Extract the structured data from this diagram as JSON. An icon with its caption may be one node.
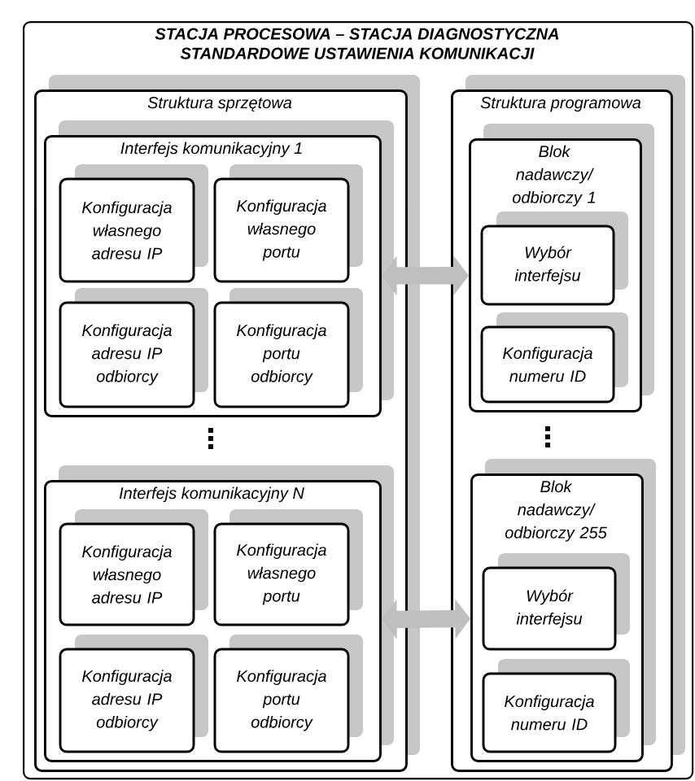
{
  "diagram": {
    "nodes": [
      {
        "text": [
          "STACJA PROCESOWA – STACJA DIAGNOSTYCZNA",
          "STANDARDOWE USTAWIENIA KOMUNIKACJI"
        ]
      },
      {
        "text": [
          "Struktura sprzętowa"
        ],
        "in": 0
      },
      {
        "text": [
          "Interfejs komunikacyjny 1"
        ],
        "in": 1
      },
      {
        "text": [
          "Konfiguracja własnego adresu IP"
        ],
        "in": 2
      },
      {
        "text": [
          "Konfiguracja własnego portu"
        ],
        "in": 2
      },
      {
        "text": [
          "Konfiguracja adresu IP odbiorcy"
        ],
        "in": 2
      },
      {
        "text": [
          "Konfiguracja portu odbiorcy"
        ],
        "in": 2
      },
      {
        "text": [
          "Interfejs komunikacyjny N"
        ],
        "in": 1
      },
      {
        "text": [
          "Konfiguracja własnego adresu IP"
        ],
        "in": 7
      },
      {
        "text": [
          "Konfiguracja własnego portu"
        ],
        "in": 7
      },
      {
        "text": [
          "Konfiguracja adresu IP odbiorcy"
        ],
        "in": 7
      },
      {
        "text": [
          "Konfiguracja portu odbiorcy"
        ],
        "in": 7
      },
      {
        "text": [
          "Struktura programowa"
        ],
        "in": 0
      },
      {
        "text": [
          "Blok nadawczy/ odbiorczy 1"
        ],
        "in": 12
      },
      {
        "text": [
          "Wybór interfejsu"
        ],
        "in": 13
      },
      {
        "text": [
          "Konfiguracja numeru ID"
        ],
        "in": 13
      },
      {
        "text": [
          "Blok nadawczy/ odbiorczy 255"
        ],
        "in": 12
      },
      {
        "text": [
          "Wybór interfejsu"
        ],
        "in": 16
      },
      {
        "text": [
          "Konfiguracja numeru ID"
        ],
        "in": 16
      }
    ],
    "edges": [
      {
        "from": 2,
        "to": 13,
        "arrow": "both"
      },
      {
        "from": 7,
        "to": 16,
        "arrow": "both"
      }
    ]
  }
}
